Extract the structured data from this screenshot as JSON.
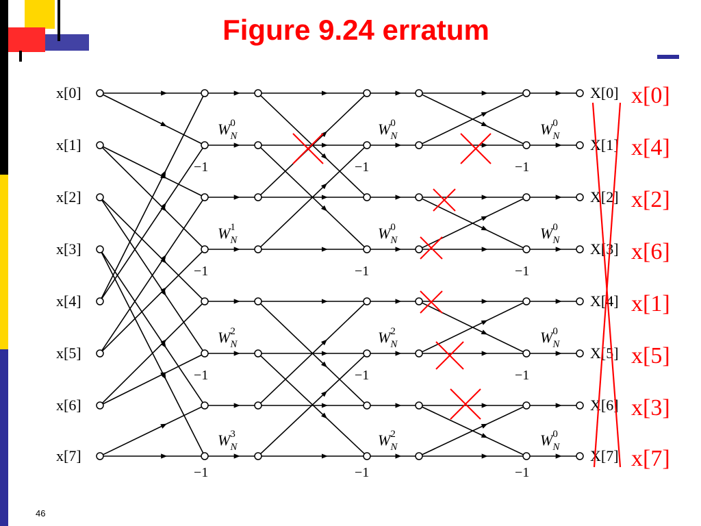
{
  "title": "Figure 9.24 erratum",
  "page_number": "46",
  "inputs": [
    "x[0]",
    "x[1]",
    "x[2]",
    "x[3]",
    "x[4]",
    "x[5]",
    "x[6]",
    "x[7]"
  ],
  "outputs": [
    "X[0]",
    "X[1]",
    "X[2]",
    "X[3]",
    "X[4]",
    "X[5]",
    "X[6]",
    "X[7]"
  ],
  "corrected_order": [
    "x[0]",
    "x[4]",
    "x[2]",
    "x[6]",
    "x[1]",
    "x[5]",
    "x[3]",
    "x[7]"
  ],
  "minus_one": "−1",
  "twiddles": {
    "stage1": [
      {
        "row": 1,
        "base": "W",
        "sub": "N",
        "sup": "0"
      },
      {
        "row": 3,
        "base": "W",
        "sub": "N",
        "sup": "1"
      },
      {
        "row": 5,
        "base": "W",
        "sub": "N",
        "sup": "2"
      },
      {
        "row": 7,
        "base": "W",
        "sub": "N",
        "sup": "3"
      }
    ],
    "stage2": [
      {
        "row": 1,
        "base": "W",
        "sub": "N",
        "sup": "0"
      },
      {
        "row": 3,
        "base": "W",
        "sub": "N",
        "sup": "0"
      },
      {
        "row": 5,
        "base": "W",
        "sub": "N",
        "sup": "2"
      },
      {
        "row": 7,
        "base": "W",
        "sub": "N",
        "sup": "2"
      }
    ],
    "stage3": [
      {
        "row": 1,
        "base": "W",
        "sub": "N",
        "sup": "0"
      },
      {
        "row": 3,
        "base": "W",
        "sub": "N",
        "sup": "0"
      },
      {
        "row": 5,
        "base": "W",
        "sub": "N",
        "sup": "0"
      },
      {
        "row": 7,
        "base": "W",
        "sub": "N",
        "sup": "0"
      }
    ]
  },
  "colors": {
    "title": "#ff0000",
    "annotation": "#ff0000",
    "deco_yellow": "#ffd700",
    "deco_blue": "#2e2e9a",
    "deco_red": "#ff2a2a"
  }
}
